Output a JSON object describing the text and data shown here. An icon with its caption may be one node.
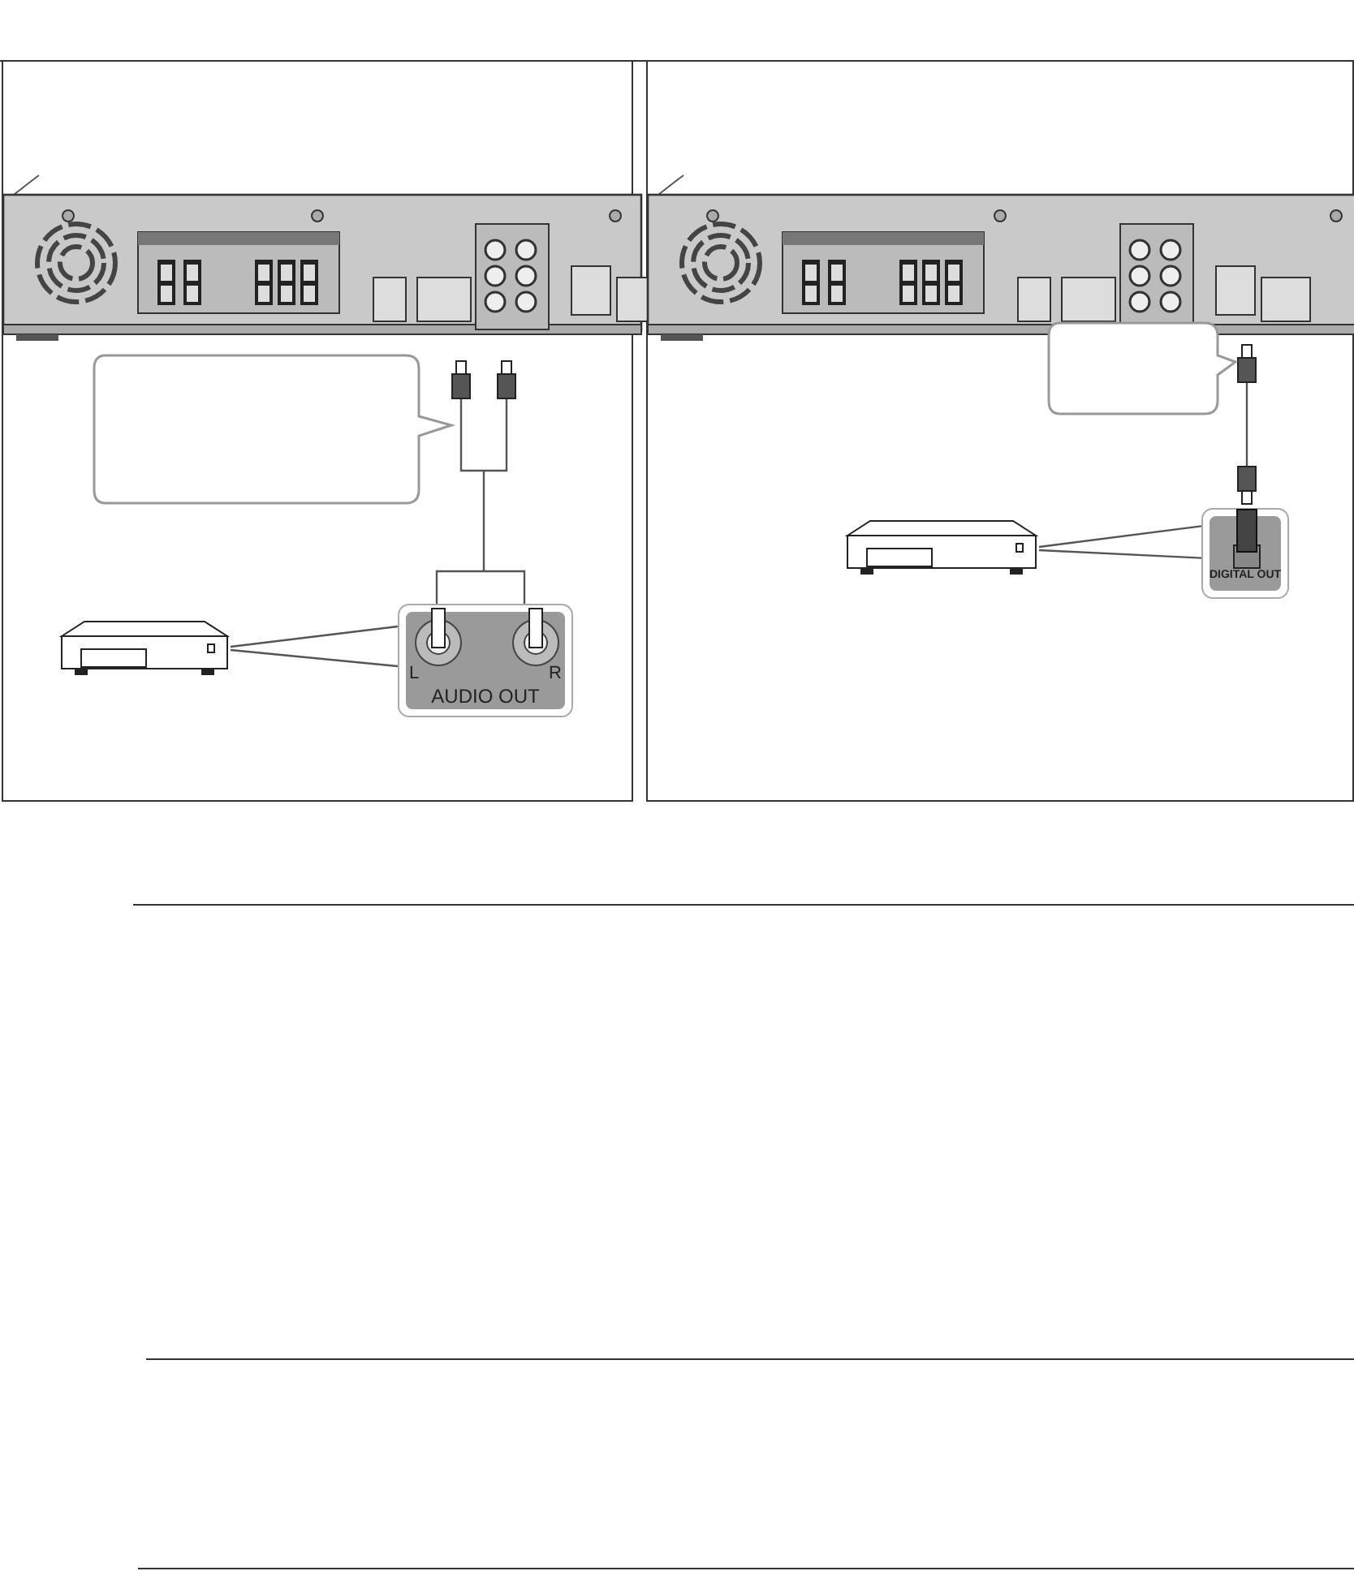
{
  "diagram": {
    "nodes": [
      {
        "text": [],
        "shape": "picture"
      },
      {
        "text": [],
        "shape": "box"
      },
      {
        "text": [],
        "shape": "picture"
      },
      {
        "text": [
          "L",
          "R",
          "AUDIO OUT"
        ]
      },
      {
        "text": [],
        "shape": "picture"
      },
      {
        "text": [],
        "shape": "box"
      },
      {
        "text": [],
        "shape": "picture"
      },
      {
        "text": [
          "DIGITAL OUT"
        ]
      }
    ],
    "edges": [
      {
        "from": 0,
        "to": 3,
        "arrow": "other"
      },
      {
        "from": 2,
        "to": 3,
        "arrow": "none"
      },
      {
        "from": 4,
        "to": 7,
        "arrow": "other"
      },
      {
        "from": 6,
        "to": 7,
        "arrow": "none"
      }
    ]
  }
}
